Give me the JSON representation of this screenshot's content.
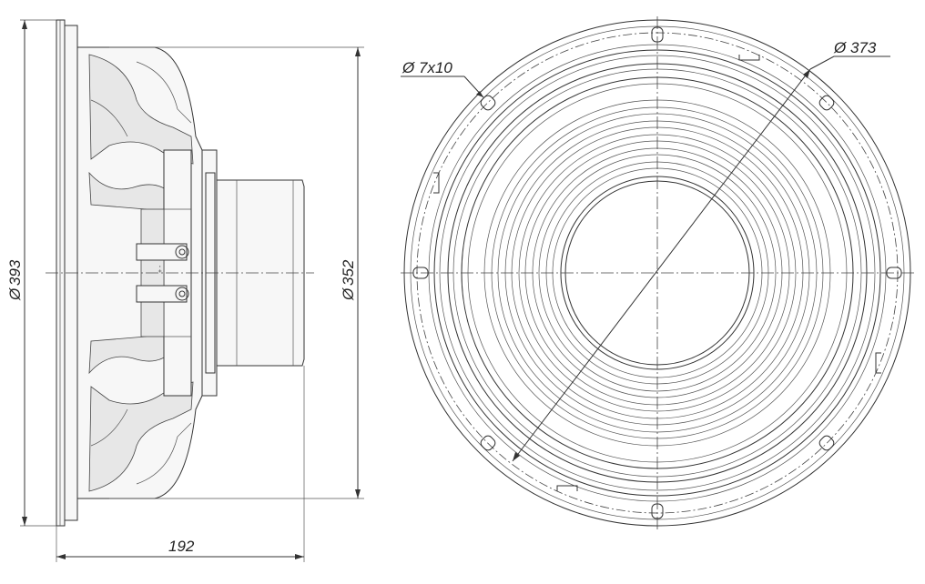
{
  "dimensions": {
    "outer_diameter": "393",
    "magnet_diameter": "352",
    "depth": "192",
    "mounting_hole": "7x10",
    "bolt_circle": "373",
    "diameter_symbol": "Ø"
  }
}
